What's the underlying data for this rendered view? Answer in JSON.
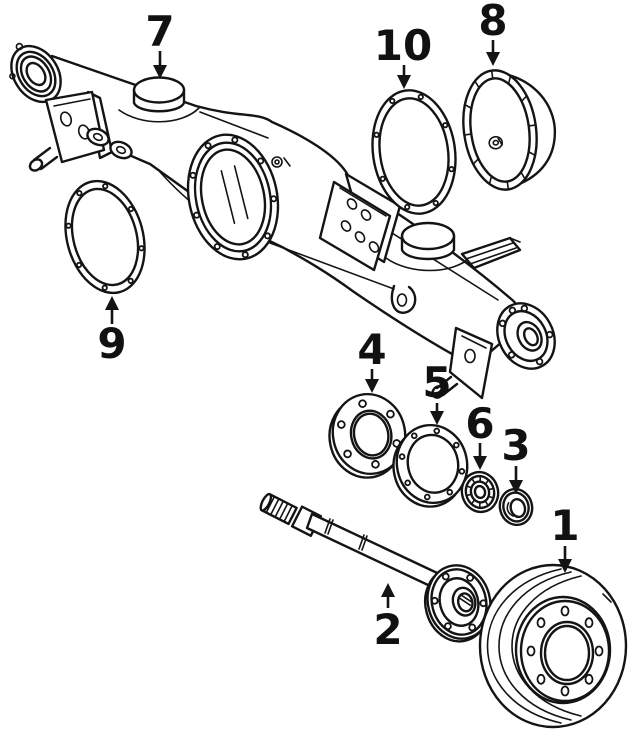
{
  "colors": {
    "background": "#ffffff",
    "line": "#141414",
    "label": "#111111"
  },
  "diagram": {
    "kind": "exploded-parts-diagram",
    "callouts": [
      {
        "label": "1",
        "part": "brake-drum"
      },
      {
        "label": "2",
        "part": "axle-shaft"
      },
      {
        "label": "3",
        "part": "oil-seal"
      },
      {
        "label": "4",
        "part": "bearing-retainer"
      },
      {
        "label": "5",
        "part": "retainer-gasket"
      },
      {
        "label": "6",
        "part": "wheel-bearing"
      },
      {
        "label": "7",
        "part": "bump-stop"
      },
      {
        "label": "8",
        "part": "differential-cover"
      },
      {
        "label": "9",
        "part": "housing-gasket"
      },
      {
        "label": "10",
        "part": "carrier-gasket"
      }
    ]
  }
}
